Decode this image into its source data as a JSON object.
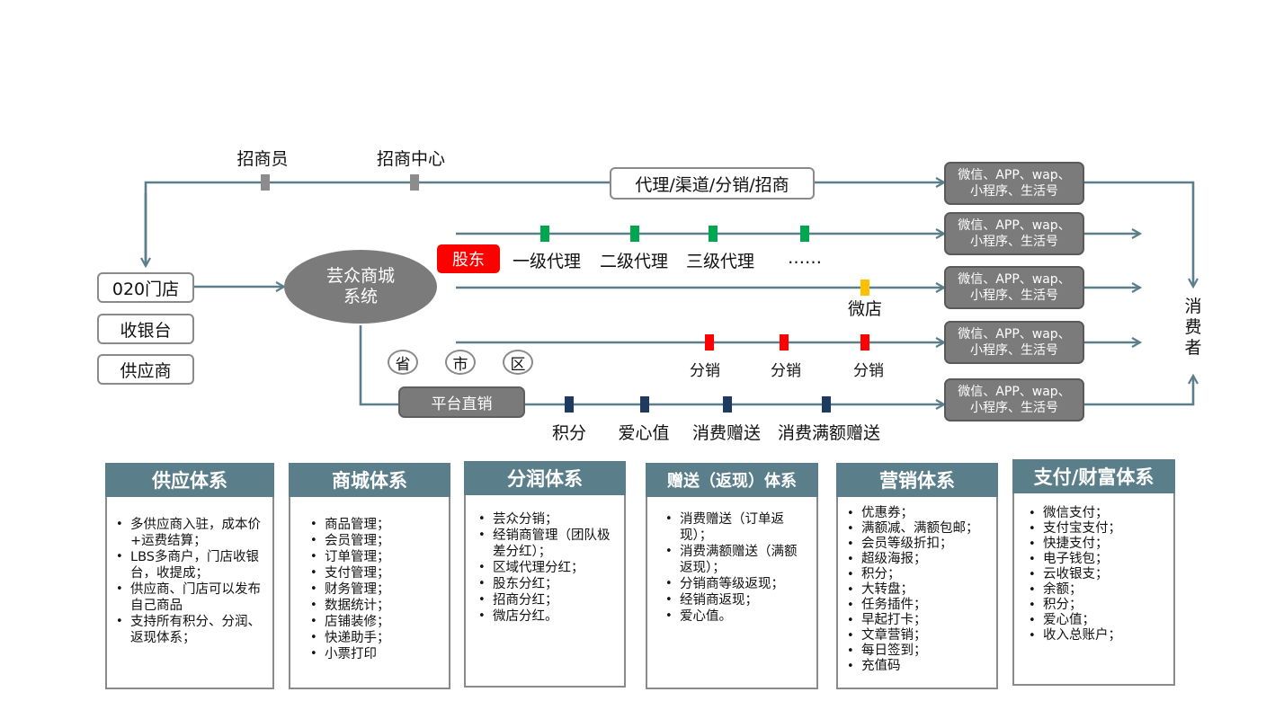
{
  "top_labels": {
    "recruiter": "招商员",
    "center": "招商中心"
  },
  "agency_box": "代理/渠道/分销/招商",
  "left_boxes": {
    "o2o": "020门店",
    "cashier": "收银台",
    "supplier": "供应商"
  },
  "mall": {
    "line1": "芸众商城",
    "line2": "系统"
  },
  "shareholder": "股东",
  "agent_levels": [
    "一级代理",
    "二级代理",
    "三级代理",
    "……"
  ],
  "micro_shop": "微店",
  "regions": [
    "省",
    "市",
    "区"
  ],
  "distribution_labels": [
    "分销",
    "分销",
    "分销"
  ],
  "platform": "平台直销",
  "rewards": [
    "积分",
    "爱心值",
    "消费赠送",
    "消费满额赠送"
  ],
  "channel": {
    "line1": "微信、APP、wap、",
    "line2": "小程序、生活号"
  },
  "consumer": [
    "消",
    "费",
    "者"
  ],
  "colors": {
    "line": "#5b7f8a",
    "green": "#00a650",
    "yellow": "#ffc000",
    "red": "#ff0000",
    "navy": "#1f3a5f",
    "gray_marker": "#8c8c8c",
    "panel_header": "#5b7f8a"
  },
  "panels": [
    {
      "title": "供应体系",
      "items": [
        "多供应商入驻，成本价+运费结算；",
        "LBS多商户，门店收银台，收提成；",
        "供应商、门店可以发布自己商品",
        "支持所有积分、分润、返现体系；"
      ]
    },
    {
      "title": "商城体系",
      "items": [
        "商品管理；",
        "会员管理；",
        "订单管理；",
        "支付管理；",
        "财务管理；",
        "数据统计；",
        "店铺装修；",
        "快递助手；",
        "小票打印"
      ]
    },
    {
      "title": "分润体系",
      "items": [
        "芸众分销；",
        "经销商管理（团队极差分红）；",
        "区域代理分红；",
        "股东分红；",
        "招商分红；",
        "微店分红。"
      ]
    },
    {
      "title": "赠送（返现）体系",
      "items": [
        "消费赠送（订单返现）；",
        "消费满额赠送（满额返现）；",
        "分销商等级返现；",
        "经销商返现；",
        "爱心值。"
      ]
    },
    {
      "title": "营销体系",
      "items": [
        "优惠券；",
        "满额减、满额包邮；",
        "会员等级折扣；",
        "超级海报；",
        "积分；",
        "大转盘；",
        "任务插件；",
        "早起打卡；",
        "文章营销；",
        "每日签到；",
        "充值码"
      ]
    },
    {
      "title": "支付/财富体系",
      "items": [
        "微信支付；",
        "支付宝支付；",
        "快捷支付；",
        "电子钱包；",
        "云收银支；",
        "余额；",
        "积分；",
        "爱心值；",
        "收入总账户；"
      ]
    }
  ]
}
